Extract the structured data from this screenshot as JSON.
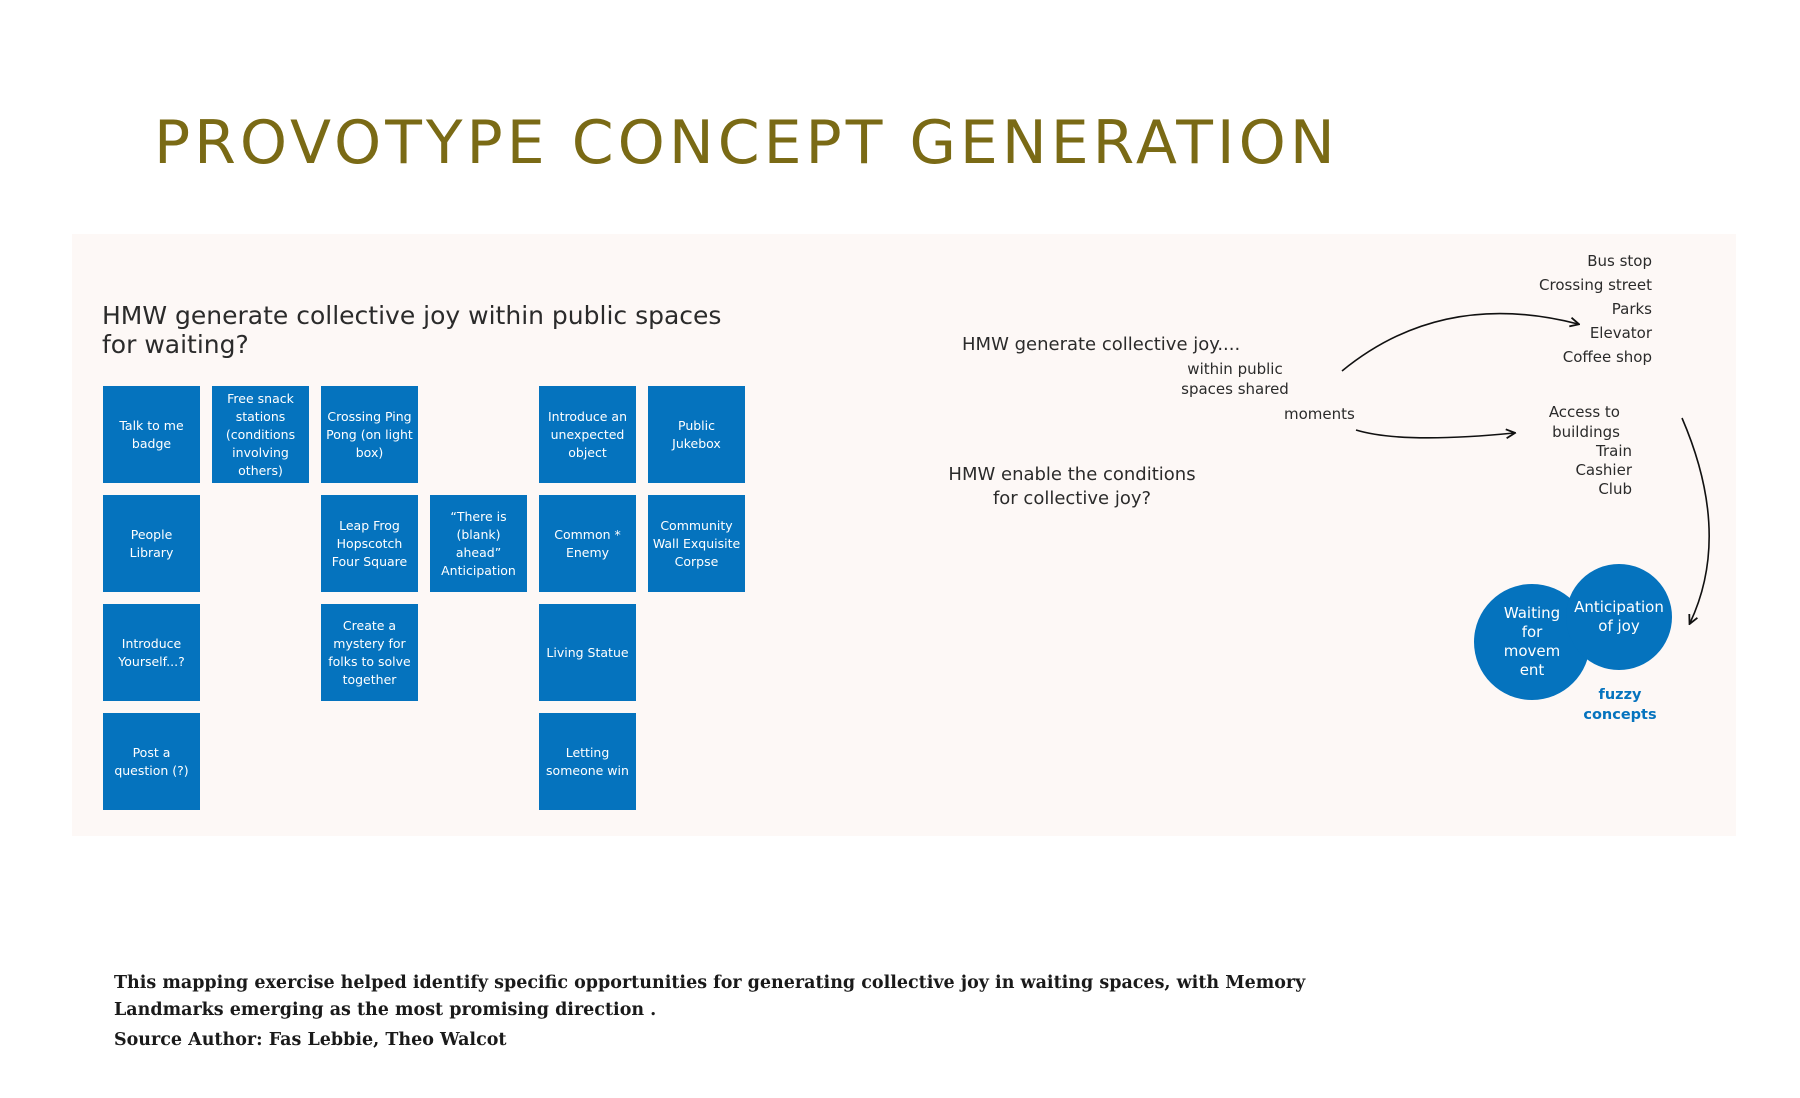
{
  "title": "PROVOTYPE CONCEPT GENERATION",
  "board": {
    "question": "HMW generate collective joy within public spaces for waiting?",
    "notes": [
      {
        "label": "Talk to me badge",
        "name": "note-talk-to-me-badge"
      },
      {
        "label": "Free snack stations (conditions involving others)",
        "name": "note-free-snack-stations"
      },
      {
        "label": "Crossing Ping Pong (on light box)",
        "name": "note-crossing-ping-pong"
      },
      {
        "label": "Introduce an unexpected object",
        "name": "note-introduce-unexpected-object"
      },
      {
        "label": "Public Jukebox",
        "name": "note-public-jukebox"
      },
      {
        "label": "People Library",
        "name": "note-people-library"
      },
      {
        "label": "Leap Frog Hopscotch Four Square",
        "name": "note-leap-frog"
      },
      {
        "label": "“There is (blank) ahead” Anticipation",
        "name": "note-there-is-blank-ahead"
      },
      {
        "label": "Common * Enemy",
        "name": "note-common-enemy"
      },
      {
        "label": "Community Wall Exquisite Corpse",
        "name": "note-community-wall"
      },
      {
        "label": "Introduce Yourself...?",
        "name": "note-introduce-yourself"
      },
      {
        "label": "Create a mystery for folks to solve together",
        "name": "note-create-mystery"
      },
      {
        "label": "Living Statue",
        "name": "note-living-statue"
      },
      {
        "label": "Post a question (?)",
        "name": "note-post-question"
      },
      {
        "label": "Letting someone win",
        "name": "note-letting-someone-win"
      }
    ]
  },
  "map": {
    "hmw_generate": "HMW generate collective joy....",
    "hmw_enable": "HMW enable the conditions for collective joy?",
    "within": "within public spaces shared",
    "moments": "moments",
    "places": [
      "Bus stop",
      "Crossing street",
      "Parks",
      "Elevator",
      "Coffee shop"
    ],
    "access": [
      "Access to buildings",
      "Train",
      "Cashier",
      "Club"
    ],
    "circle_waiting": "Waiting for movem ent",
    "circle_anticipation": "Anticipation of joy",
    "fuzzy": "fuzzy concepts"
  },
  "caption": "This mapping exercise helped identify specific opportunities for generating collective joy in waiting spaces, with Memory Landmarks emerging as the most promising direction .",
  "source": "Source Author: Fas Lebbie, Theo Walcot",
  "colors": {
    "title": "#7a6a15",
    "note": "#0573be",
    "board": "#fdf8f6"
  }
}
